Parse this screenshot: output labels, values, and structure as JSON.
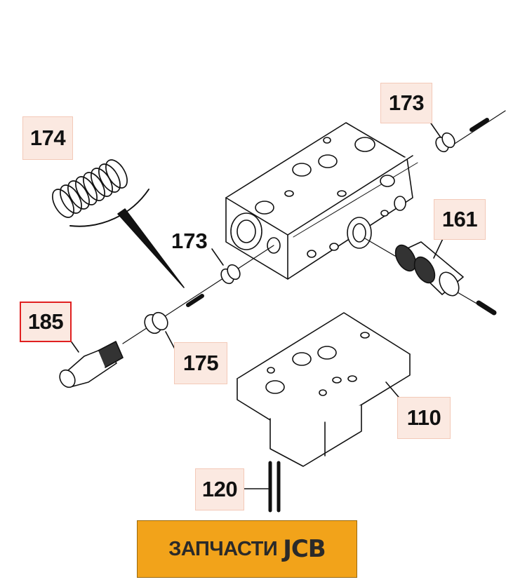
{
  "diagram": {
    "callouts": [
      {
        "id": "174",
        "label": "174",
        "selected": false
      },
      {
        "id": "173-top",
        "label": "173",
        "selected": false
      },
      {
        "id": "173-mid",
        "label": "173",
        "selected": false
      },
      {
        "id": "161",
        "label": "161",
        "selected": false
      },
      {
        "id": "185",
        "label": "185",
        "selected": true
      },
      {
        "id": "175",
        "label": "175",
        "selected": false
      },
      {
        "id": "110",
        "label": "110",
        "selected": false
      },
      {
        "id": "120",
        "label": "120",
        "selected": false
      }
    ],
    "selection_color": "#e02020",
    "callout_fill": "#fbe9e1"
  },
  "logo": {
    "text": "ЗАПЧАСТИ",
    "brand": "JCB",
    "background": "#f2a31a"
  }
}
